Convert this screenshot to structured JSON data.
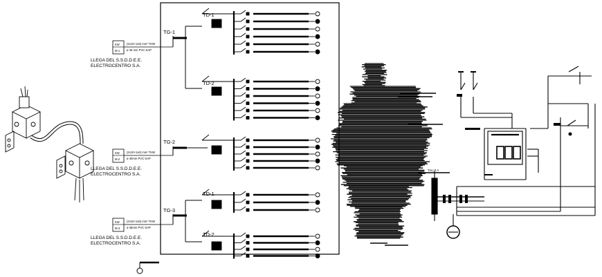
{
  "panel": {
    "tableros": [
      {
        "tg": "TG-1",
        "subs": [
          "TD-1",
          "TD-2"
        ]
      },
      {
        "tg": "TG-2",
        "subs": []
      },
      {
        "tg": "TG-3",
        "subs": [
          "TD-1",
          "TD-2"
        ]
      }
    ]
  },
  "feeders": [
    {
      "meter_top": "KW",
      "meter_bottom": "M-1",
      "cable": "(2x10+1x6) mm² THW",
      "conduit": "ø 40 mm PVC-SAP",
      "arrival_line1": "LLEGA DEL S.S.D.D.E.E.",
      "arrival_line2": "ELECTROCENTRO S.A."
    },
    {
      "meter_top": "KW",
      "meter_bottom": "M-2",
      "cable": "(2x10+1x6) mm² THW",
      "conduit": "ø 40mm PVC-SAP",
      "arrival_line1": "LLEGA DEL S.S.D.D.E.E.",
      "arrival_line2": "ELECTROCENTRO S.A."
    },
    {
      "meter_top": "KW",
      "meter_bottom": "M-3",
      "cable": "(2x10+1x6) mm² THW",
      "conduit": "ø 35mm PVC-SAP",
      "arrival_line1": "LLEGA DEL S.S.D.D.E.E.",
      "arrival_line2": "ELECTROCENTRO S.A."
    }
  ],
  "detail_label": "TALLE A"
}
